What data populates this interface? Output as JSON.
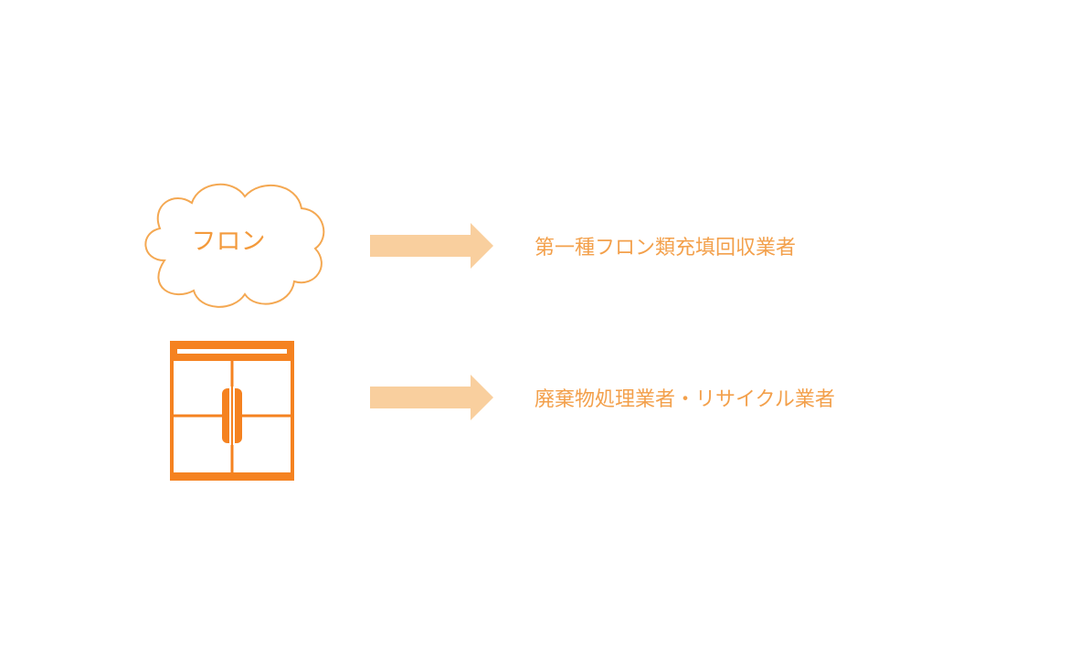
{
  "diagram": {
    "rows": [
      {
        "source_label": "フロン",
        "source_icon": "cloud-icon",
        "target_label": "第一種フロン類充填回収業者"
      },
      {
        "source_label": "",
        "source_icon": "air-conditioner-unit-icon",
        "target_label": "廃棄物処理業者・リサイクル業者"
      }
    ],
    "colors": {
      "cloud_stroke": "#f4a852",
      "cloud_text": "#f39a3c",
      "unit": "#f58220",
      "arrow": "#f9cf9e",
      "target_text": "#f3a04b"
    }
  }
}
